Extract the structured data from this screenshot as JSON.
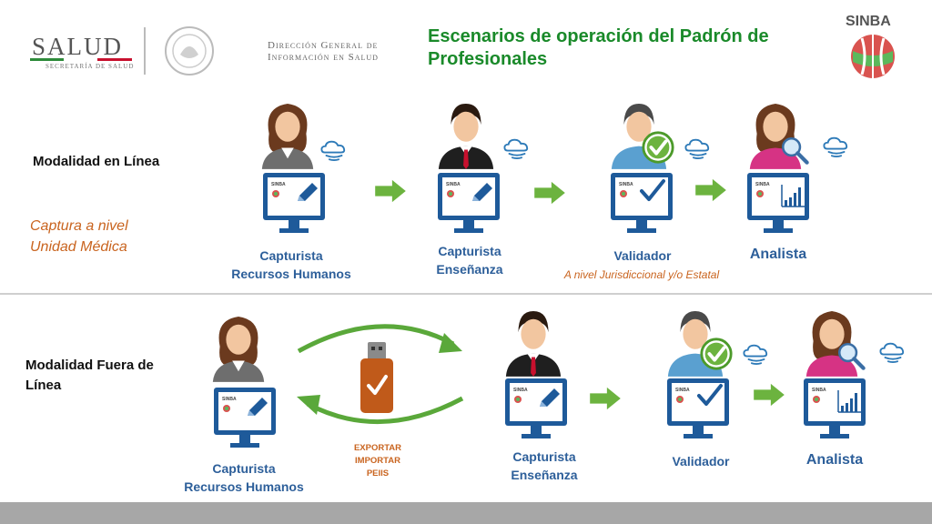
{
  "header": {
    "salud_logo": "SALUD",
    "salud_subtitle": "SECRETARÍA DE SALUD",
    "dgis_line1": "Dirección General de",
    "dgis_line2": "Información en Salud",
    "title_line1": "Escenarios de operación del Padrón de",
    "title_line2": "Profesionales",
    "sinba_logo": "SINBA"
  },
  "online": {
    "mode_label": "Modalidad en Línea",
    "capture_line1": "Captura a nivel",
    "capture_line2": "Unidad Médica",
    "roles": {
      "capturista_rh_line1": "Capturista",
      "capturista_rh_line2": "Recursos  Humanos",
      "capturista_ens_line1": "Capturista",
      "capturista_ens_line2": "Enseñanza",
      "validador": "Validador",
      "validador_sub": "A nivel Jurisdiccional y/o Estatal",
      "analista": "Analista"
    }
  },
  "offline": {
    "mode_label_line1": "Modalidad Fuera de",
    "mode_label_line2": "Línea",
    "export_line1": "EXPORTAR",
    "export_line2": "IMPORTAR",
    "export_line3": "PEIIS",
    "roles": {
      "capturista_rh_line1": "Capturista",
      "capturista_rh_line2": "Recursos  Humanos",
      "capturista_ens_line1": "Capturista",
      "capturista_ens_line2": "Enseñanza",
      "validador": "Validador",
      "analista": "Analista"
    }
  },
  "colors": {
    "title_green": "#1a8a2a",
    "monitor_blue": "#1e5a9a",
    "arrow_green": "#6cb33f",
    "label_blue": "#2d5f9a",
    "label_orange": "#c9641f"
  }
}
